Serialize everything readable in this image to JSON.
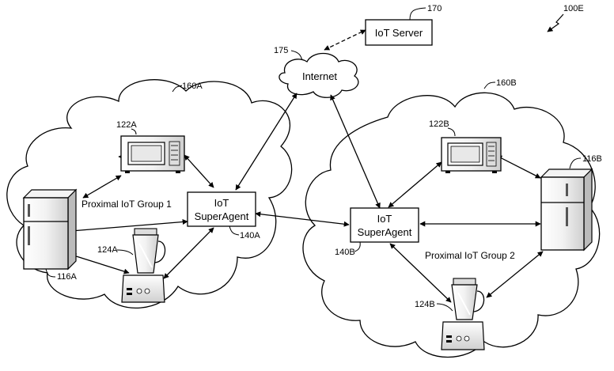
{
  "figure_ref": "100E",
  "server": {
    "label": "IoT Server",
    "ref": "170"
  },
  "internet": {
    "label": "Internet",
    "ref": "175"
  },
  "networks": [
    {
      "ref": "160A",
      "group_label": "Proximal IoT Group 1",
      "superagent": {
        "line1": "IoT",
        "line2": "SuperAgent",
        "ref": "140A"
      },
      "microwave_ref": "122A",
      "fridge_ref": "116A",
      "blender_ref": "124A"
    },
    {
      "ref": "160B",
      "group_label": "Proximal IoT Group 2",
      "superagent": {
        "line1": "IoT",
        "line2": "SuperAgent",
        "ref": "140B"
      },
      "microwave_ref": "122B",
      "fridge_ref": "116B",
      "blender_ref": "124B"
    }
  ]
}
